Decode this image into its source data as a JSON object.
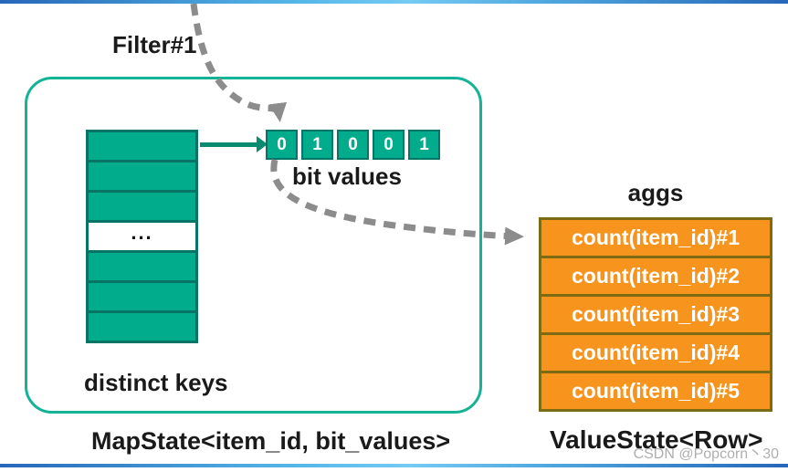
{
  "diagram": {
    "filter_label": "Filter#1",
    "map_state": {
      "caption": "MapState<item_id, bit_values>",
      "distinct_keys_label": "distinct keys",
      "ellipsis_cell": "...",
      "bit_values_label": "bit values",
      "bits": [
        "0",
        "1",
        "0",
        "0",
        "1"
      ]
    },
    "value_state": {
      "caption": "ValueState<Row>",
      "aggs_label": "aggs",
      "rows": [
        "count(item_id)#1",
        "count(item_id)#2",
        "count(item_id)#3",
        "count(item_id)#4",
        "count(item_id)#5"
      ]
    },
    "colors": {
      "green_fill": "#00AC8B",
      "green_border": "#077465",
      "box_border": "#14B296",
      "arrow_green": "#0B8A72",
      "orange_fill": "#F7941E",
      "orange_border": "#7D6B13",
      "dash_gray": "#8C8C8C",
      "bar_blue": "#2767B8",
      "bar_cyan": "#74CAF2"
    },
    "watermark": "CSDN @Popcorn丶30"
  }
}
